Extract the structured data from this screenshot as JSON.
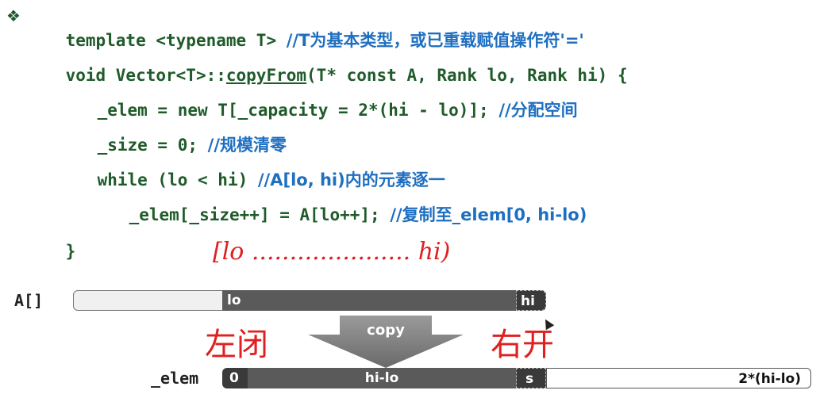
{
  "code": {
    "bullet": "❖",
    "lines": [
      {
        "code": "template <typename T> ",
        "comment": "//T为基本类型，或已重载赋值操作符'='"
      },
      {
        "pre": "void Vector<T>::",
        "fn": "copyFrom",
        "code": "(T* const A, Rank lo, Rank hi) {"
      },
      {
        "code": "_elem = new T[_capacity = 2*(hi - lo)]; ",
        "comment": "//分配空间"
      },
      {
        "code": "_size = 0; ",
        "comment": "//规模清零"
      },
      {
        "code": "while (lo < hi) ",
        "comment": "//A[lo, hi)内的元素逐一"
      },
      {
        "code": "_elem[_size++] = A[lo++]; ",
        "comment": "//复制至_elem[0, hi-lo)"
      },
      {
        "code": "}"
      }
    ]
  },
  "annotations": {
    "range": "[lo ..................... hi)",
    "left_closed": "左闭",
    "right_open": "右开"
  },
  "diagram": {
    "array_a_label": "A[]",
    "a_lo": "lo",
    "a_hi": "hi",
    "copy_label": "copy",
    "elem_label": "_elem",
    "elem_zero": "0",
    "elem_mid": "hi-lo",
    "elem_s": "s",
    "elem_cap": "2*(hi-lo)"
  },
  "colors": {
    "code_green": "#1f5b2a",
    "comment_blue": "#1f6fc0",
    "handwriting_red": "#e02020",
    "dark_segment": "#5a5a5a",
    "light_segment": "#f0f0f0"
  }
}
